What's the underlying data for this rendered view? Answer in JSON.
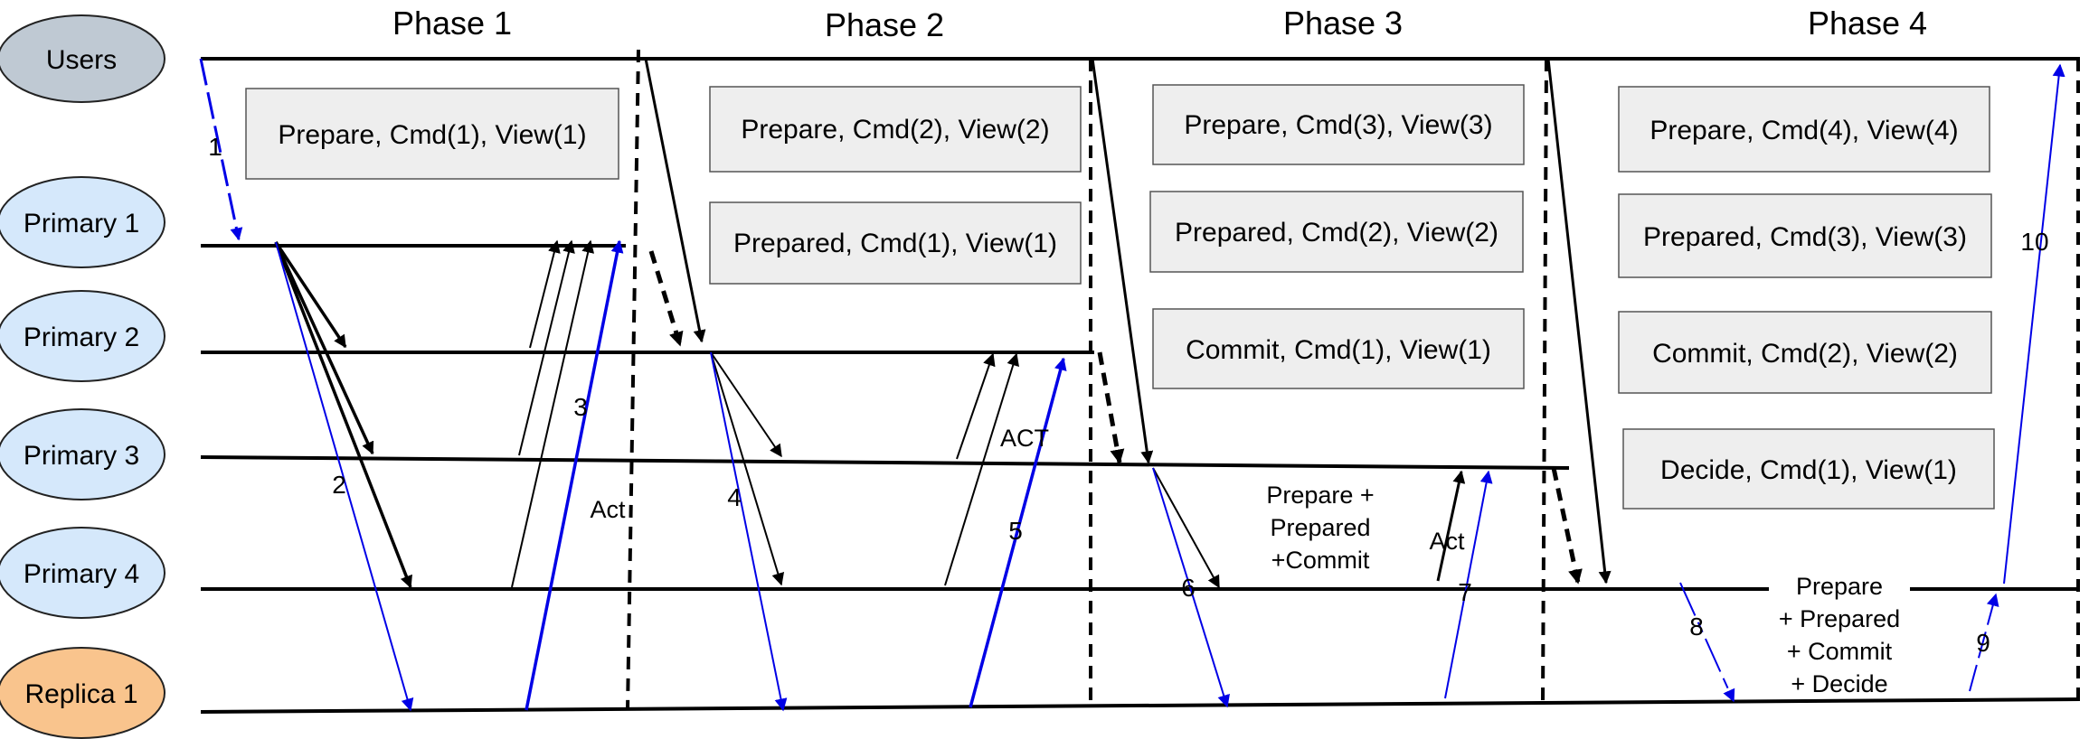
{
  "phases": [
    "Phase 1",
    "Phase 2",
    "Phase 3",
    "Phase 4"
  ],
  "nodes": [
    "Users",
    "Primary 1",
    "Primary 2",
    "Primary 3",
    "Primary 4",
    "Replica 1"
  ],
  "boxes": {
    "p1_prepare": "Prepare, Cmd(1), View(1)",
    "p2_prepare": "Prepare, Cmd(2), View(2)",
    "p2_prepared": "Prepared, Cmd(1), View(1)",
    "p3_prepare": "Prepare, Cmd(3), View(3)",
    "p3_prepared": "Prepared, Cmd(2), View(2)",
    "p3_commit": "Commit, Cmd(1), View(1)",
    "p4_prepare": "Prepare, Cmd(4), View(4)",
    "p4_prepared": "Prepared, Cmd(3), View(3)",
    "p4_commit": "Commit, Cmd(2), View(2)",
    "p4_decide": "Decide, Cmd(1), View(1)"
  },
  "steps": [
    "1",
    "2",
    "3",
    "4",
    "5",
    "6",
    "7",
    "8",
    "9",
    "10"
  ],
  "notes": {
    "act1": "Act",
    "act2": "ACT",
    "act3": "Act",
    "p3_note": [
      "Prepare +",
      "Prepared",
      "+Commit"
    ],
    "p4_note": [
      "Prepare",
      "+ Prepared",
      "+ Commit",
      "+ Decide"
    ]
  },
  "colors": {
    "users_fill": "#BFC9D3",
    "primary_fill": "#D5E8FB",
    "replica_fill": "#F9C48D",
    "box_fill": "#EEEEEE",
    "blue": "#0000E6",
    "black": "#000000"
  }
}
